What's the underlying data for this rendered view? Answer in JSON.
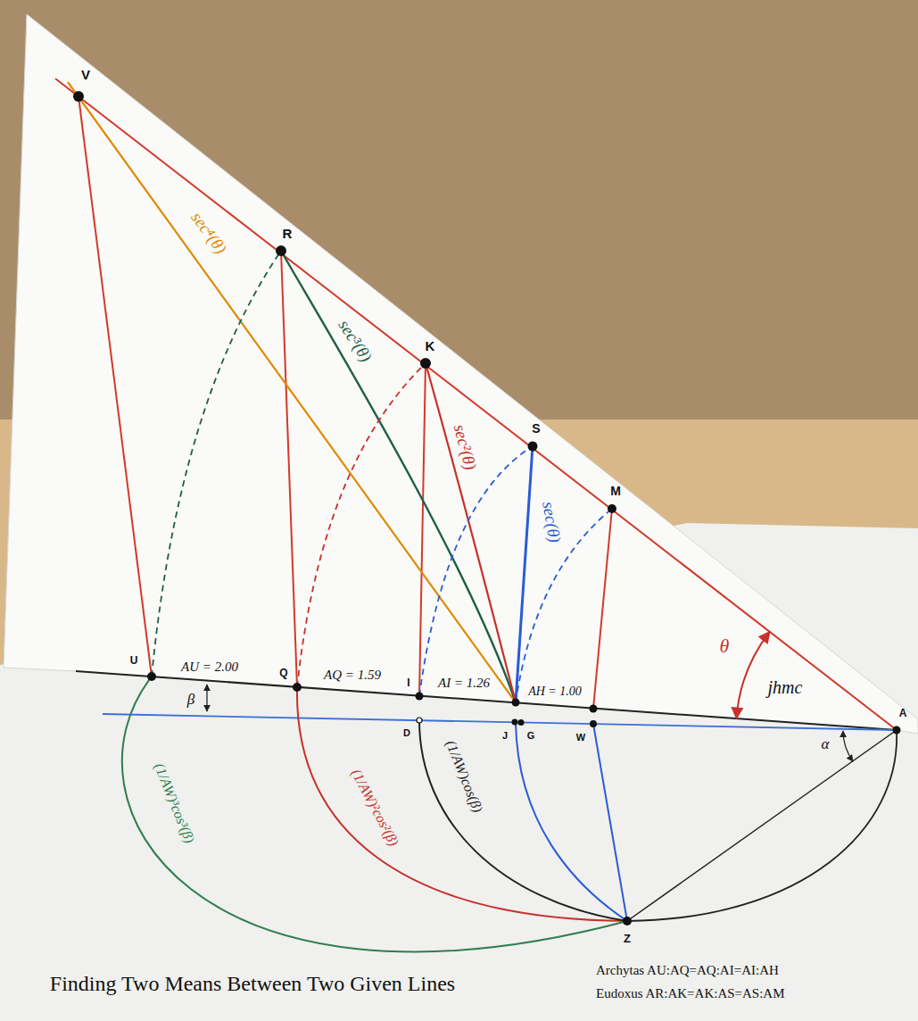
{
  "diagram": {
    "title": "Finding Two Means Between Two Given Lines",
    "labels": [
      "V",
      "R",
      "sec⁴(θ)",
      "sec³(θ)",
      "K",
      "sec²(θ)",
      "S",
      "sec(θ)",
      "M",
      "U",
      "AU = 2.00",
      "Q",
      "AQ = 1.59",
      "I",
      "AI = 1.26",
      "AH = 1.00",
      "θ",
      "jhmc",
      "A",
      "β",
      "D",
      "J",
      "G",
      "W",
      "α",
      "(1/AW)³cos³(β)",
      "(1/AW)²cos²(β)",
      "(1/AW)cos(β)",
      "Z",
      "Archytas AU:AQ=AQ:AI=AI:AH",
      "Eudoxus AR:AK=AK:AS=AS:AM"
    ]
  }
}
